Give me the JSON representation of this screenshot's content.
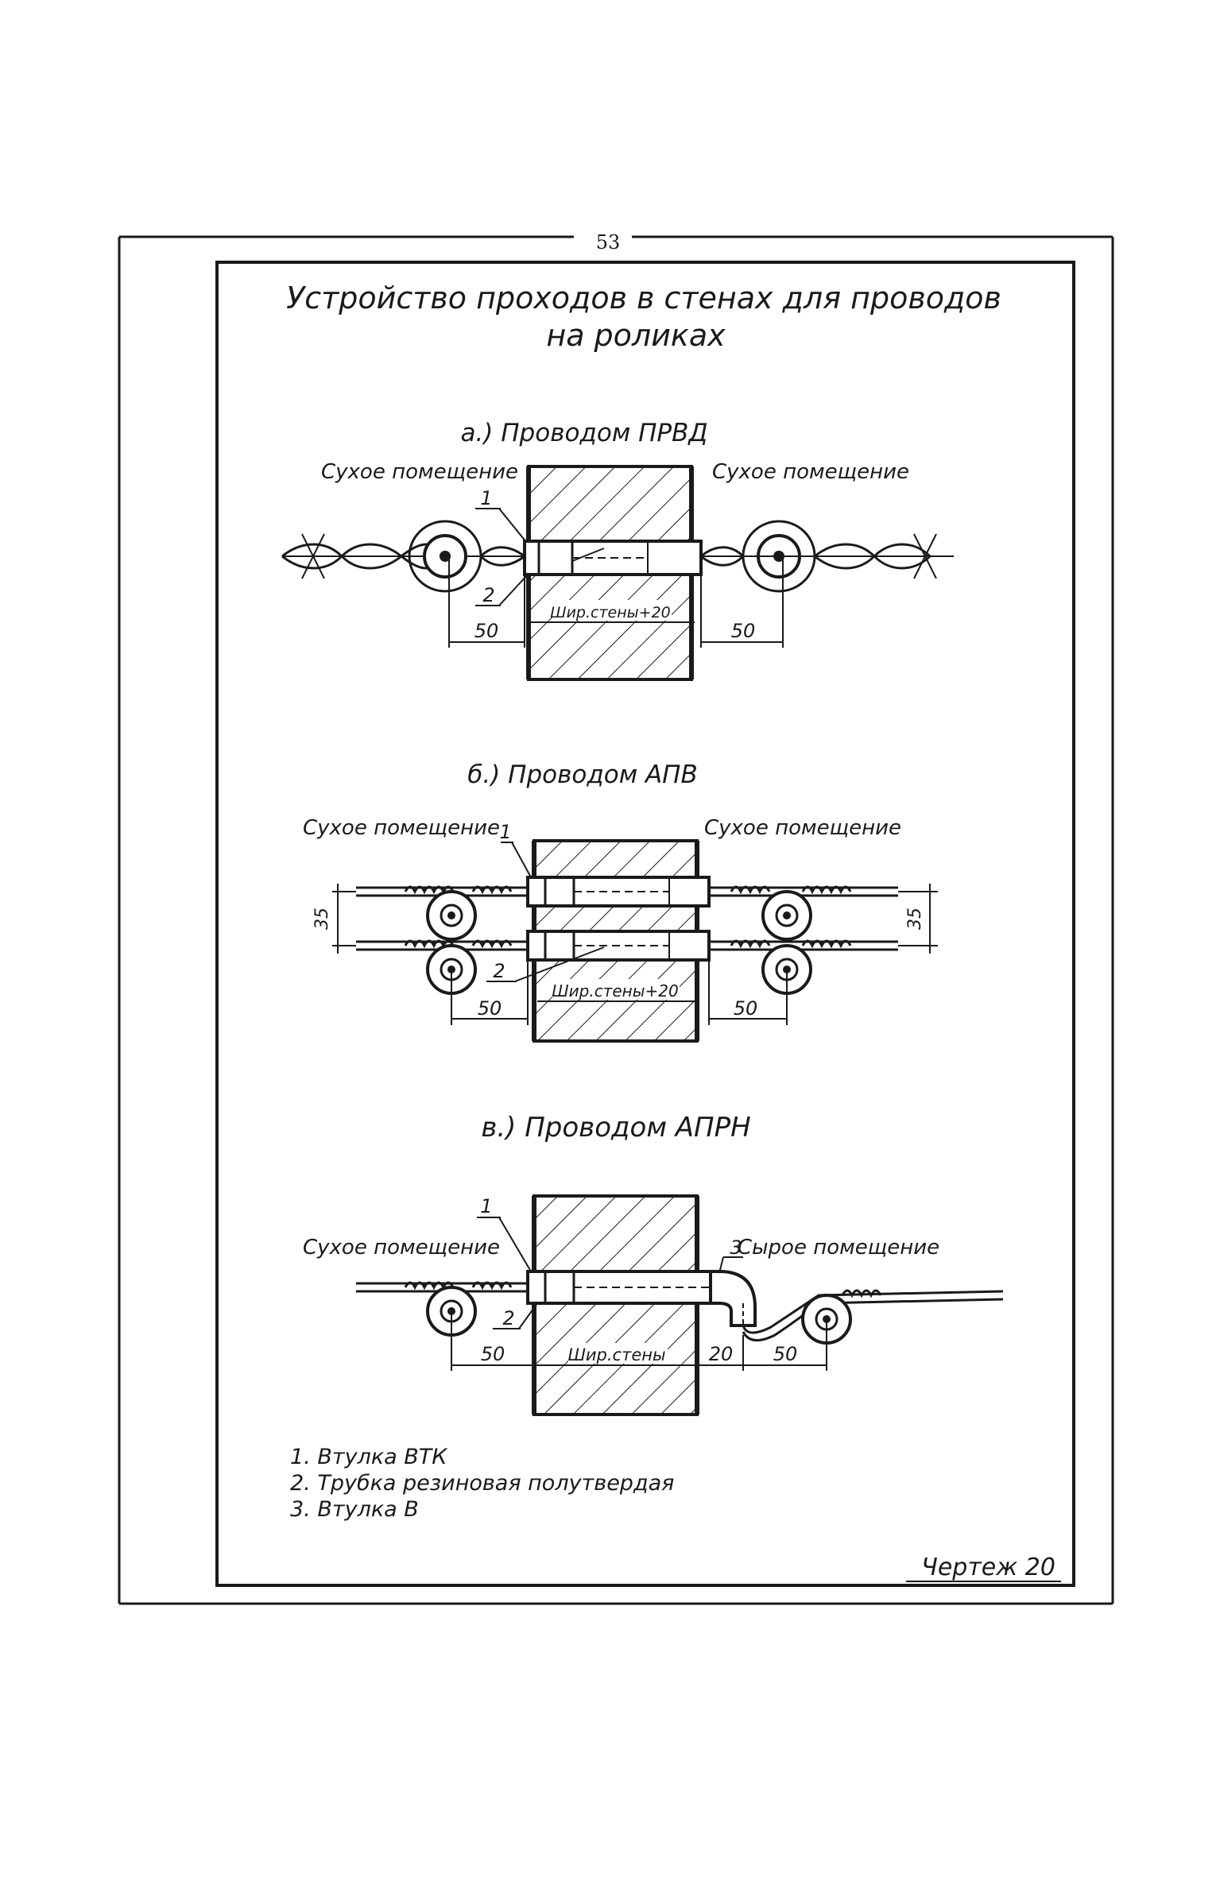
{
  "page_number": "53",
  "title": {
    "line1": "Устройство проходов в стенах для проводов",
    "line2": "на роликах"
  },
  "sections": [
    {
      "heading": "а.) Проводом ПРВД",
      "left_label": "Сухое помещение",
      "right_label": "Сухое помещение",
      "callout_1": "1",
      "callout_2": "2",
      "dim_left": "50",
      "dim_right": "50",
      "dim_wall": "Шир.стены+20"
    },
    {
      "heading": "б.) Проводом АПВ",
      "left_label": "Сухое помещение",
      "right_label": "Сухое помещение",
      "callout_1": "1",
      "callout_2": "2",
      "dim_left": "50",
      "dim_right": "50",
      "dim_wall": "Шир.стены+20",
      "dim_spacing_left": "35",
      "dim_spacing_right": "35"
    },
    {
      "heading": "в.) Проводом АПРН",
      "left_label": "Сухое помещение",
      "right_label": "Сырое помещение",
      "callout_1": "1",
      "callout_2": "2",
      "callout_3": "3",
      "dim_left": "50",
      "dim_wall": "Шир.стены",
      "dim_gap": "20",
      "dim_right": "50"
    }
  ],
  "legend": [
    "1. Втулка ВТК",
    "2. Трубка резиновая полутвердая",
    "3. Втулка В"
  ],
  "drawing_label": "Чертеж 20"
}
